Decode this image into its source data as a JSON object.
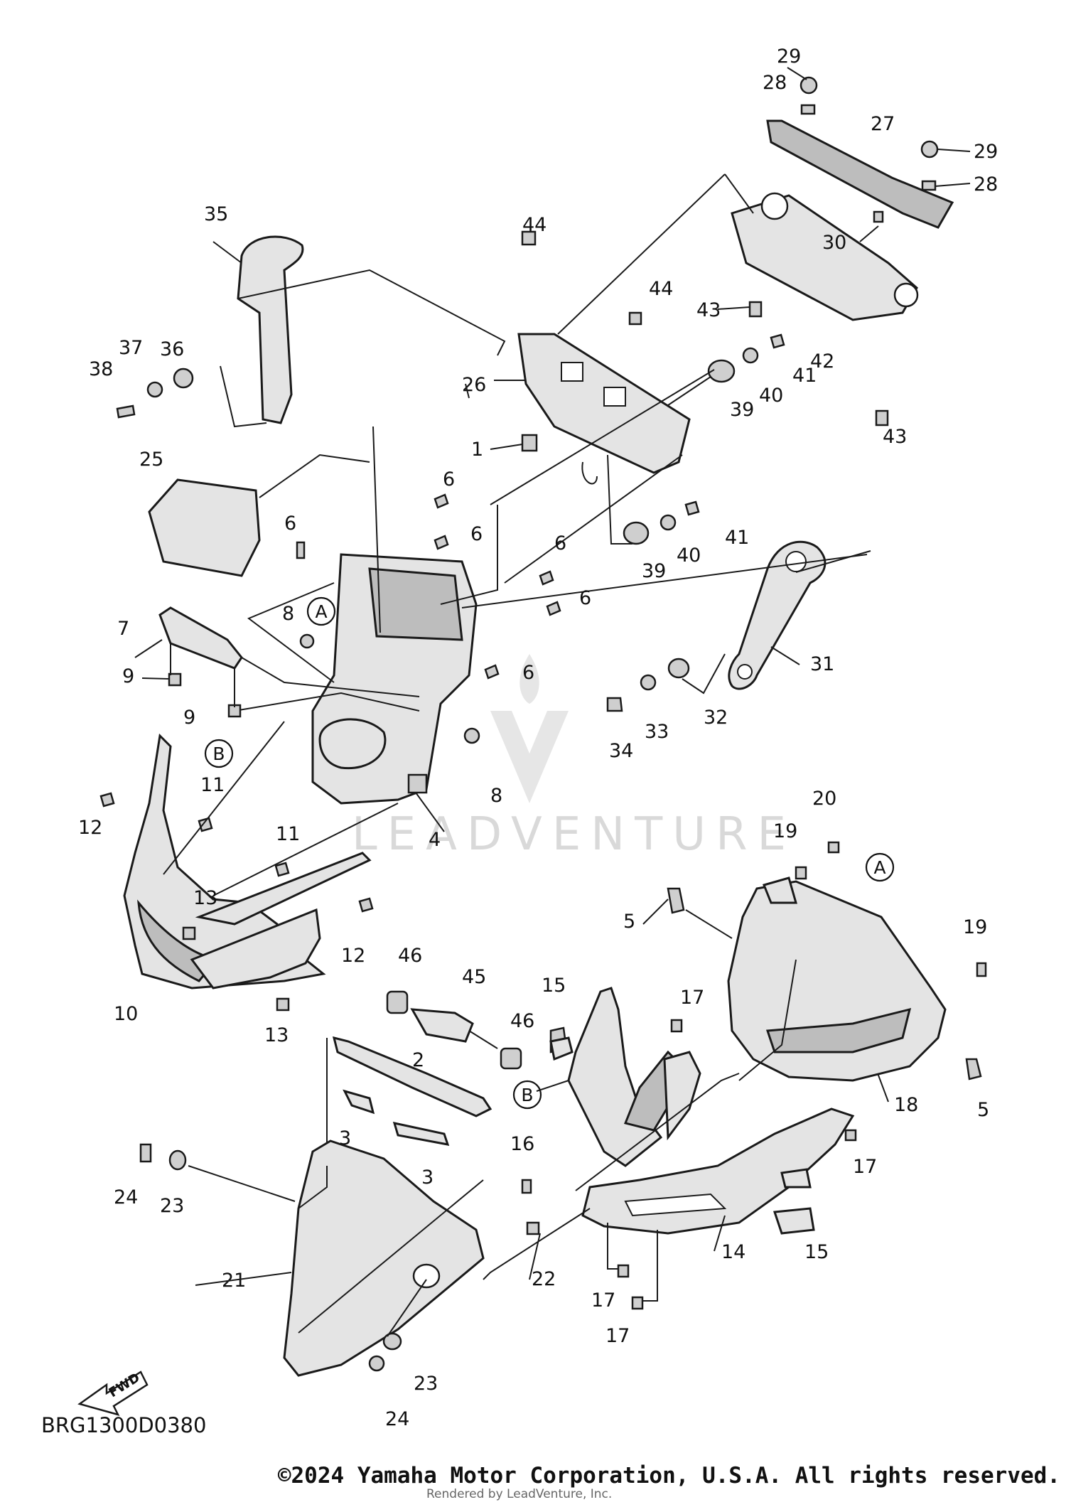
{
  "diagram": {
    "code": "BRG1300D0380",
    "copyright": "©2024 Yamaha Motor Corporation, U.S.A. All rights reserved.",
    "rendered_by": "Rendered by LeadVenture, Inc.",
    "watermark": "LEADVENTURE",
    "fwd_label": "FWD",
    "references": {
      "a": "A",
      "b": "B"
    },
    "callouts": {
      "p1": "1",
      "p2": "2",
      "p3": "3",
      "p4": "4",
      "p5": "5",
      "p6": "6",
      "p7": "7",
      "p8": "8",
      "p9": "9",
      "p10": "10",
      "p11": "11",
      "p12": "12",
      "p13": "13",
      "p14": "14",
      "p15": "15",
      "p16": "16",
      "p17": "17",
      "p18": "18",
      "p19": "19",
      "p20": "20",
      "p21": "21",
      "p22": "22",
      "p23": "23",
      "p24": "24",
      "p25": "25",
      "p26": "26",
      "p27": "27",
      "p28": "28",
      "p29": "29",
      "p30": "30",
      "p31": "31",
      "p32": "32",
      "p33": "33",
      "p34": "34",
      "p35": "35",
      "p36": "36",
      "p37": "37",
      "p38": "38",
      "p39": "39",
      "p40": "40",
      "p41": "41",
      "p42": "42",
      "p43": "43",
      "p44": "44",
      "p45": "45",
      "p46": "46"
    },
    "colors": {
      "line": "#1a1a1a",
      "part_fill": "#e4e4e4",
      "watermark": "#d9d9d9"
    }
  }
}
